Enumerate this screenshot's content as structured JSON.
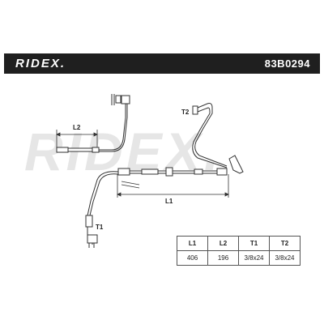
{
  "header": {
    "brand": "RIDEX.",
    "part_number": "83B0294"
  },
  "watermark": "RIDEX.",
  "diagram_labels": {
    "l1": "L1",
    "l2": "L2",
    "t1": "T1",
    "t2": "T2"
  },
  "dimensions_table": {
    "headers": [
      "L1",
      "L2",
      "T1",
      "T2"
    ],
    "values": [
      "406",
      "196",
      "3/8x24",
      "3/8x24"
    ]
  },
  "colors": {
    "header_bg": "#1f1f1f",
    "line": "#333333",
    "watermark": "#e6e6e6"
  }
}
